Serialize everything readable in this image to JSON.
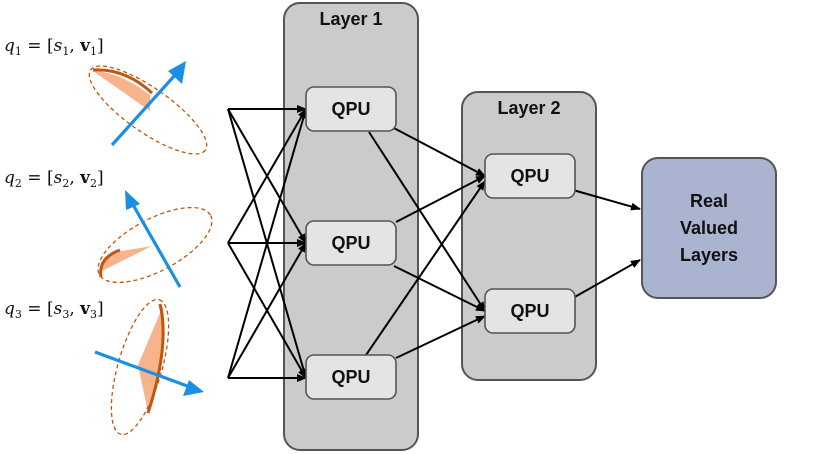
{
  "colors": {
    "layer_fill": "#cbcbcb",
    "qpu_fill": "#e4e4e4",
    "output_fill": "#aab3cf",
    "vector_blue": "#1a8fe3",
    "wedge_orange": "#f7b48c",
    "arc_orange": "#c0570e"
  },
  "inputs": [
    {
      "q": "q",
      "sub": "1",
      "s": "s",
      "s_sub": "1",
      "v": "v",
      "v_sub": "1"
    },
    {
      "q": "q",
      "sub": "2",
      "s": "s",
      "s_sub": "2",
      "v": "v",
      "v_sub": "2"
    },
    {
      "q": "q",
      "sub": "3",
      "s": "s",
      "s_sub": "3",
      "v": "v",
      "v_sub": "3"
    }
  ],
  "layers": [
    {
      "title": "Layer 1",
      "nodes": [
        "QPU",
        "QPU",
        "QPU"
      ]
    },
    {
      "title": "Layer 2",
      "nodes": [
        "QPU",
        "QPU"
      ]
    }
  ],
  "output": {
    "lines": [
      "Real",
      "Valued",
      "Layers"
    ]
  }
}
